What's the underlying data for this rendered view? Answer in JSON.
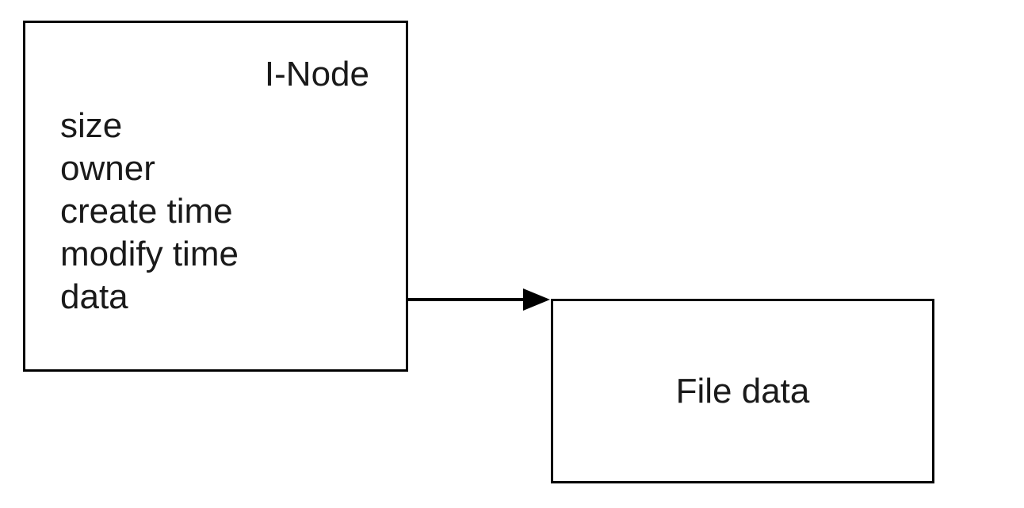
{
  "diagram": {
    "inode_box": {
      "title": "I-Node",
      "fields": [
        "size",
        "owner",
        "create time",
        "modify time",
        "data"
      ]
    },
    "file_box": {
      "label": "File data"
    },
    "connector": {
      "from": "I-Node data field",
      "to": "File data box",
      "style": "solid-arrow"
    },
    "colors": {
      "line": "#000000",
      "background": "#ffffff",
      "text": "#1a1a1a"
    }
  }
}
